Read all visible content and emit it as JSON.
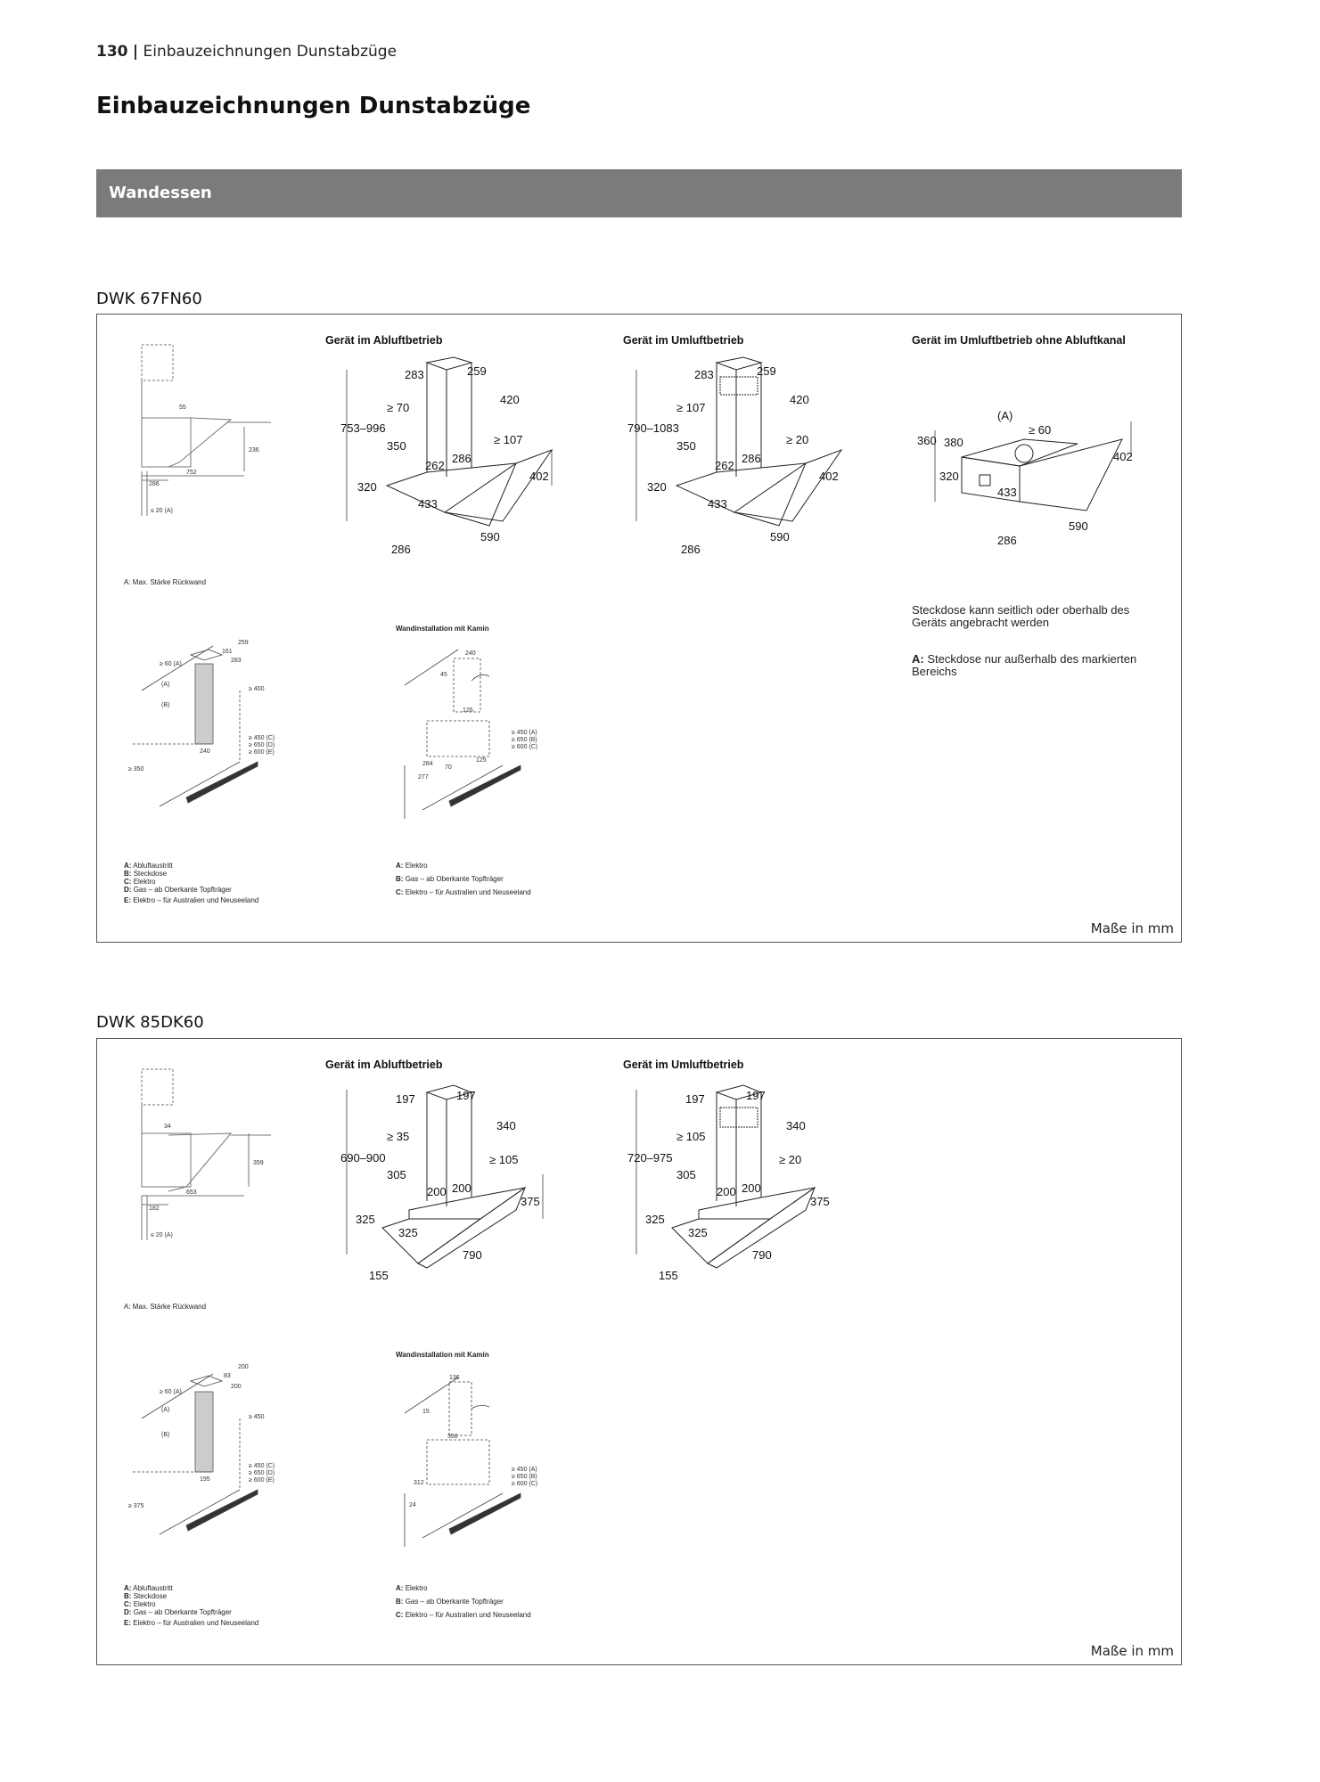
{
  "header": {
    "page_number": "130",
    "separator": "|",
    "section": "Einbauzeichnungen Dunstabzüge"
  },
  "title": "Einbauzeichnungen Dunstabzüge",
  "category_bar": "Wandessen",
  "models": [
    {
      "name": "DWK 67FN60",
      "side": {
        "d1": "55",
        "d2": "236",
        "d3": "752",
        "d4": "286",
        "d5": "≤ 20 (A)",
        "legend": "A: Max. Stärke Rückwand"
      },
      "abluft": {
        "heading": "Gerät im Abluftbetrieb",
        "w1": "283",
        "w2": "259",
        "h_top": "420",
        "min70": "≥ 70",
        "range": "753–996",
        "h350": "350",
        "min107": "≥ 107",
        "d262": "262",
        "d286a": "286",
        "h402": "402",
        "h320": "320",
        "d433": "433",
        "w590": "590",
        "d286": "286"
      },
      "umluft": {
        "heading": "Gerät im Umluftbetrieb",
        "w1": "283",
        "w2": "259",
        "h_top": "420",
        "min107": "≥ 107",
        "range": "790–1083",
        "h350": "350",
        "min20": "≥ 20",
        "d262": "262",
        "d286a": "286",
        "h402": "402",
        "h320": "320",
        "d433": "433",
        "w590": "590",
        "d286": "286"
      },
      "ohne": {
        "heading": "Gerät im Umluftbetrieb ohne Abluftkanal",
        "A": "(A)",
        "min60": "≥ 60",
        "h360": "360",
        "d380": "380",
        "h402": "402",
        "h320": "320",
        "d433": "433",
        "w590": "590",
        "d286": "286"
      },
      "notes": {
        "n1": "Steckdose kann seitlich oder oberhalb des Geräts angebracht werden",
        "n2_key": "A:",
        "n2": "Steckdose nur außerhalb des markierten Bereichs"
      },
      "persp1": {
        "v259": "259",
        "v161": "161",
        "v283": "283",
        "v60": "≥ 60 (A)",
        "vA": "(A)",
        "vB": "(B)",
        "v400": "≥ 400",
        "v240": "240",
        "v350": "≥ 350",
        "v450": "≥ 450 (C)",
        "v650": "≥ 650 (D)",
        "v600": "≥ 600 (E)"
      },
      "persp1_legend": [
        {
          "k": "A:",
          "v": "Abluftaustritt"
        },
        {
          "k": "B:",
          "v": "Steckdose"
        },
        {
          "k": "C:",
          "v": "Elektro"
        },
        {
          "k": "D:",
          "v": "Gas – ab Oberkante Topfträger"
        },
        {
          "k": "E:",
          "v": "Elektro – für Australien und Neuseeland"
        }
      ],
      "persp2": {
        "heading": "Wandinstallation mit Kamin",
        "v240": "240",
        "v45": "45",
        "v126": "126",
        "v450": "≥ 450 (A)",
        "v650": "≥ 650 (B)",
        "v600": "≥ 600 (C)",
        "v284": "284",
        "v70": "70",
        "v125": "125",
        "v277": "277"
      },
      "persp2_legend": [
        {
          "k": "A:",
          "v": "Elektro"
        },
        {
          "k": "B:",
          "v": "Gas – ab Oberkante Topfträger"
        },
        {
          "k": "C:",
          "v": "Elektro – für Australien und Neuseeland"
        }
      ],
      "masse": "Maße in mm"
    },
    {
      "name": "DWK 85DK60",
      "side": {
        "d1": "34",
        "d2": "359",
        "d3": "653",
        "d4": "182",
        "d5": "≤ 20 (A)",
        "legend": "A: Max. Stärke Rückwand"
      },
      "abluft": {
        "heading": "Gerät im Abluftbetrieb",
        "w1": "197",
        "w2": "197",
        "h_top": "340",
        "min35": "≥ 35",
        "range": "690–900",
        "h305": "305",
        "min105": "≥ 105",
        "d200a": "200",
        "d200b": "200",
        "h375": "375",
        "h325": "325",
        "d325": "325",
        "w790": "790",
        "d155": "155"
      },
      "umluft": {
        "heading": "Gerät im Umluftbetrieb",
        "w1": "197",
        "w2": "197",
        "h_top": "340",
        "min105": "≥ 105",
        "range": "720–975",
        "h305": "305",
        "min20": "≥ 20",
        "d200a": "200",
        "d200b": "200",
        "h375": "375",
        "h325": "325",
        "d325": "325",
        "w790": "790",
        "d155": "155"
      },
      "persp1": {
        "v200a": "200",
        "v83": "83",
        "v200b": "200",
        "v60": "≥ 60 (A)",
        "vA": "(A)",
        "vB": "(B)",
        "v450": "≥ 450",
        "v195": "195",
        "v375": "≥ 375",
        "v450c": "≥ 450 (C)",
        "v650": "≥ 650 (D)",
        "v600": "≥ 600 (E)"
      },
      "persp1_legend": [
        {
          "k": "A:",
          "v": "Abluftaustritt"
        },
        {
          "k": "B:",
          "v": "Steckdose"
        },
        {
          "k": "C:",
          "v": "Elektro"
        },
        {
          "k": "D:",
          "v": "Gas – ab Oberkante Topfträger"
        },
        {
          "k": "E:",
          "v": "Elektro – für Australien und Neuseeland"
        }
      ],
      "persp2": {
        "heading": "Wandinstallation mit Kamin",
        "v136": "136",
        "v15": "15",
        "v350": "350",
        "v450": "≥ 450 (A)",
        "v650": "≥ 650 (B)",
        "v600": "≥ 600 (C)",
        "v312": "312",
        "v24": "24"
      },
      "persp2_legend": [
        {
          "k": "A:",
          "v": "Elektro"
        },
        {
          "k": "B:",
          "v": "Gas – ab Oberkante Topfträger"
        },
        {
          "k": "C:",
          "v": "Elektro – für Australien und Neuseeland"
        }
      ],
      "masse": "Maße in mm"
    }
  ]
}
